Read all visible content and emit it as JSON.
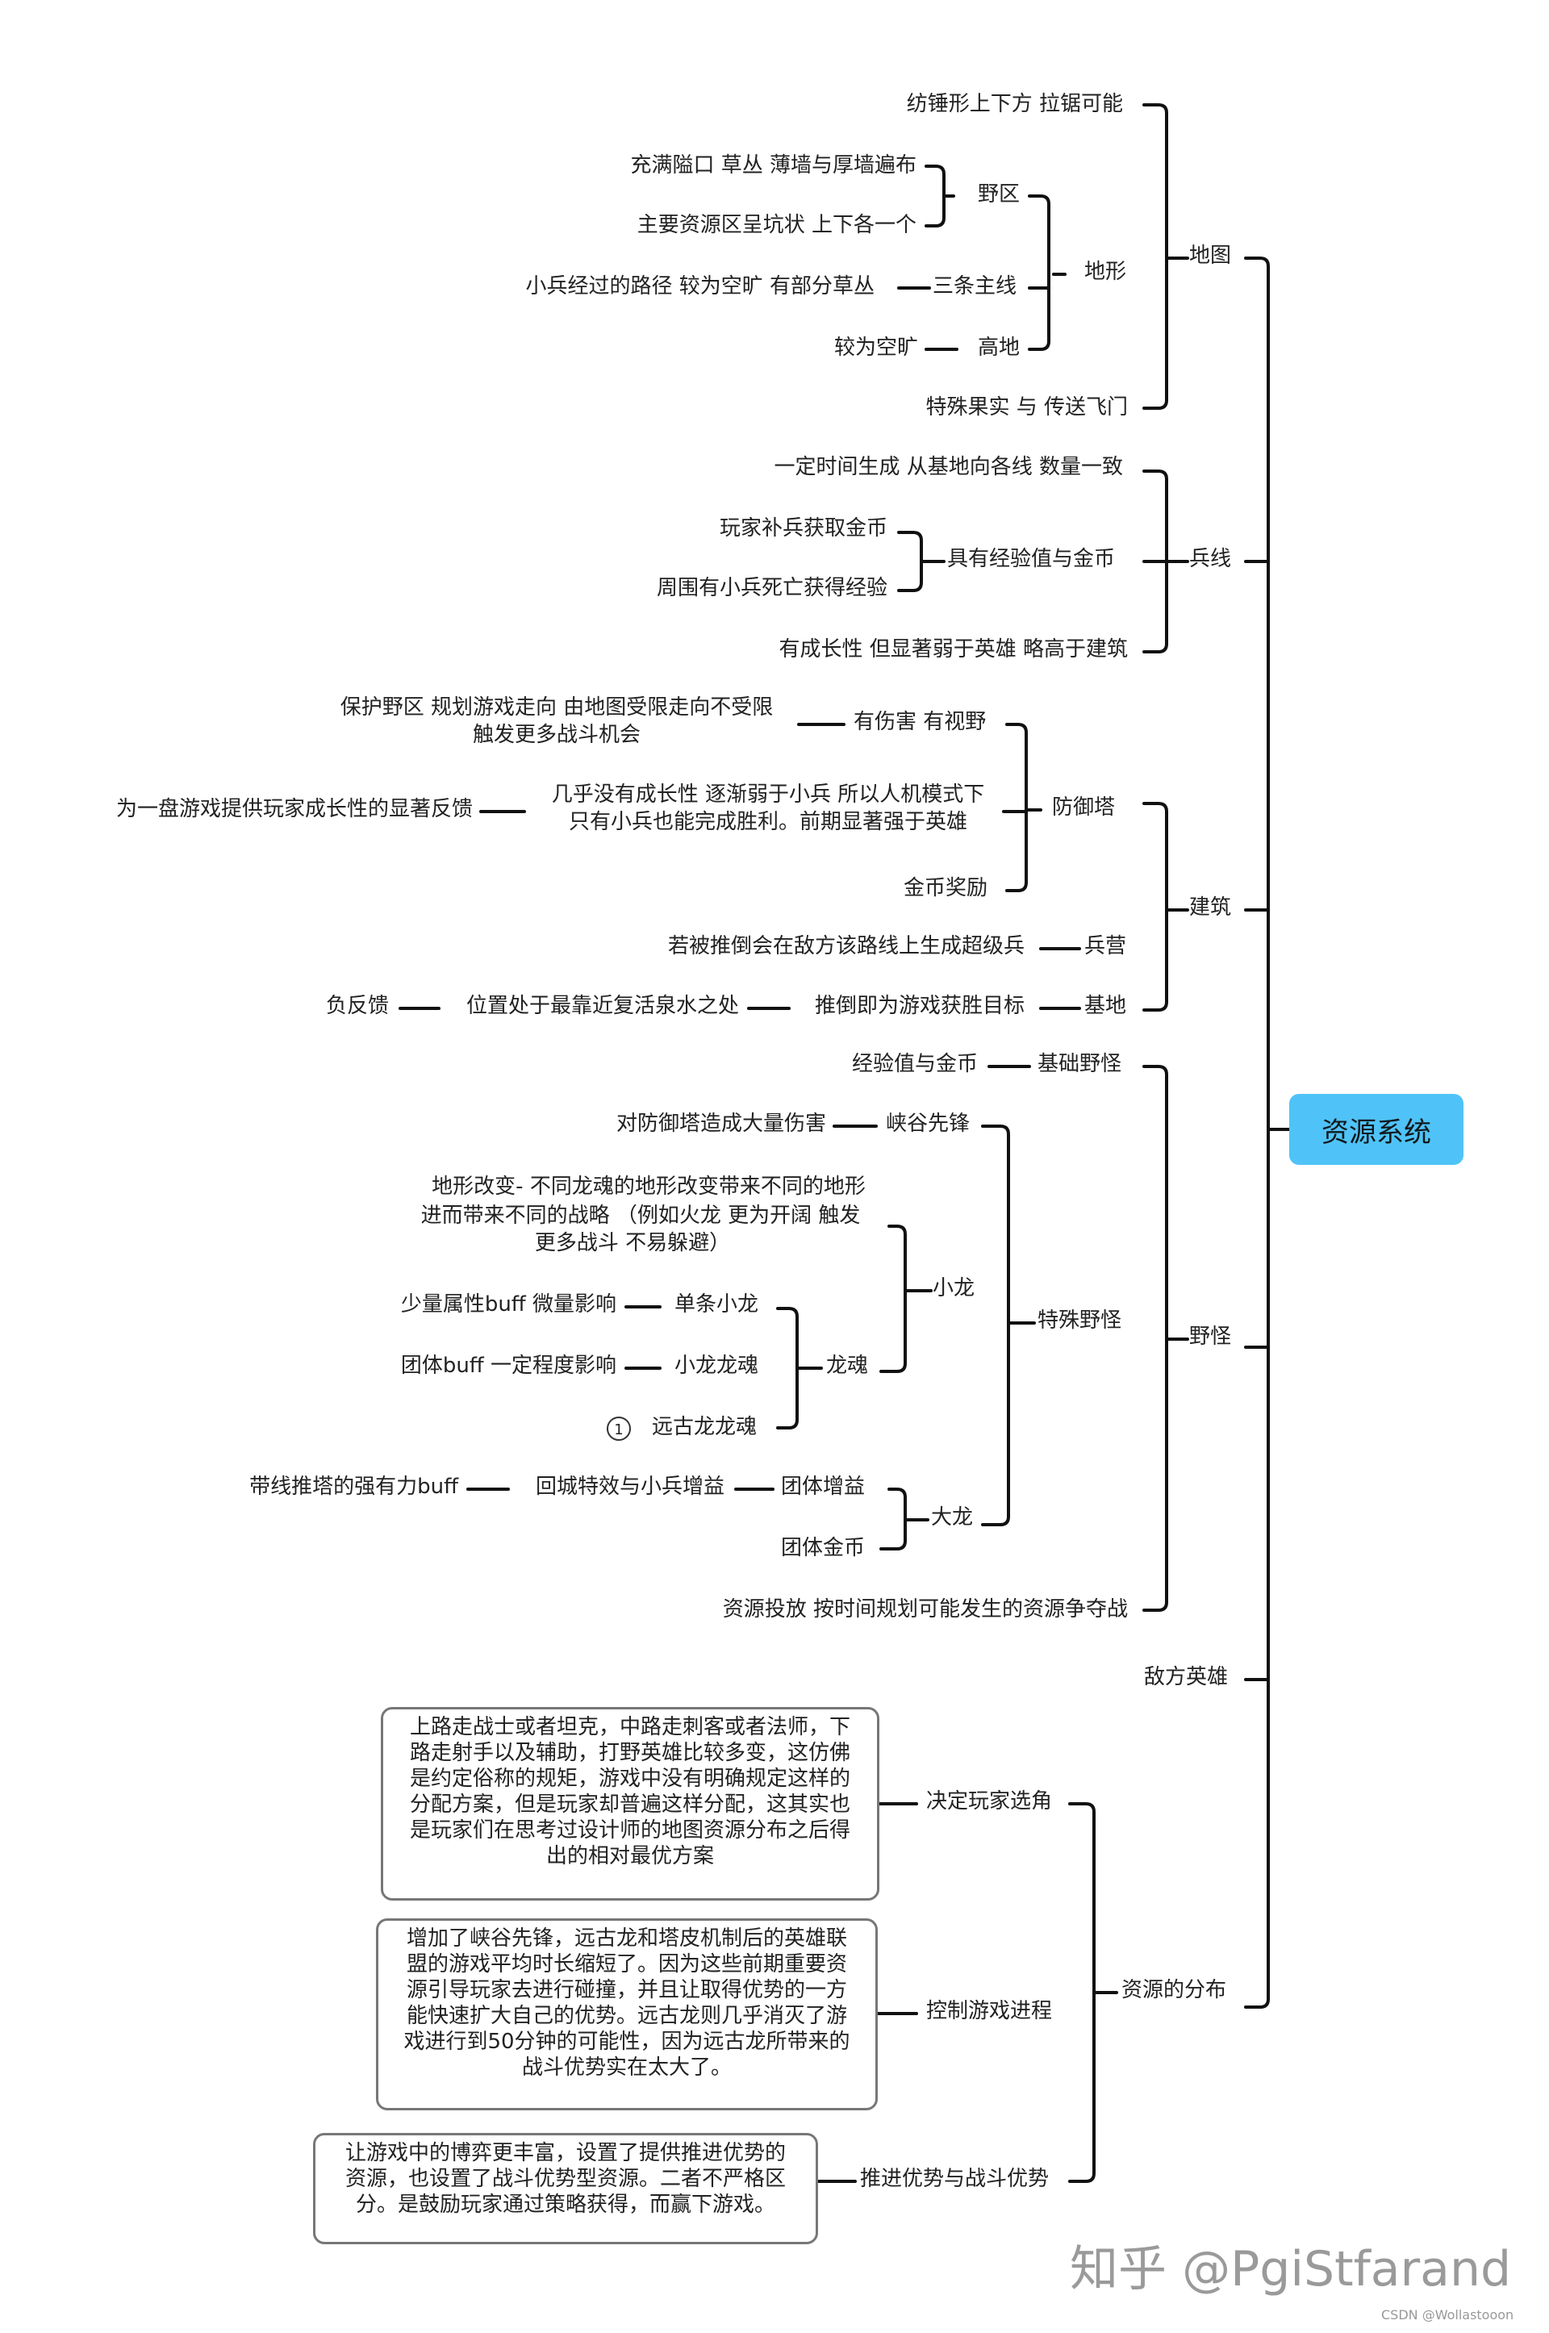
{
  "root": "资源系统",
  "map": {
    "label": "地图",
    "n1": "纺锤形上下方 拉锯可能",
    "terrain": "地形",
    "jungle": "野区",
    "jungle_c1": "充满隘口 草丛 薄墙与厚墙遍布",
    "jungle_c2": "主要资源区呈坑状 上下各一个",
    "lanes": "三条主线",
    "lanes_c": "小兵经过的路径 较为空旷 有部分草丛",
    "highland": "高地",
    "highland_c": "较为空旷",
    "special": "特殊果实 与 传送飞门"
  },
  "minion": {
    "label": "兵线",
    "n1": "一定时间生成 从基地向各线 数量一致",
    "exp_gold": "具有经验值与金币",
    "c1": "玩家补兵获取金币",
    "c2": "周围有小兵死亡获得经验",
    "n3": "有成长性 但显著弱于英雄 略高于建筑"
  },
  "building": {
    "label": "建筑",
    "tower": "防御塔",
    "t1": "有伤害 有视野",
    "t1_l1": "保护野区 规划游戏走向 由地图受限走向不受限",
    "t1_l2": "触发更多战斗机会",
    "t2_l1": "几乎没有成长性 逐渐弱于小兵 所以人机模式下",
    "t2_l2": "只有小兵也能完成胜利。前期显著强于英雄",
    "t2_c": "为一盘游戏提供玩家成长性的显著反馈",
    "t3": "金币奖励",
    "barracks": "兵营",
    "barracks_c": "若被推倒会在敌方该路线上生成超级兵",
    "base": "基地",
    "base_c1": "推倒即为游戏获胜目标",
    "base_c2": "位置处于最靠近复活泉水之处",
    "base_c3": "负反馈"
  },
  "monster": {
    "label": "野怪",
    "basic": "基础野怪",
    "basic_c": "经验值与金币",
    "special": "特殊野怪",
    "herald": "峡谷先锋",
    "herald_c": "对防御塔造成大量伤害",
    "drake": "小龙",
    "drake_n_l1": "地形改变- 不同龙魂的地形改变带来不同的地形",
    "drake_n_l2": "进而带来不同的战略 （例如火龙 更为开阔 触发",
    "drake_n_l3": "更多战斗 不易躲避）",
    "soul": "龙魂",
    "single": "单条小龙",
    "single_c": "少量属性buff 微量影响",
    "soul2": "小龙龙魂",
    "soul2_c": "团体buff 一定程度影响",
    "elder": "远古龙龙魂",
    "elder_badge": "1",
    "baron": "大龙",
    "team_buff": "团体增益",
    "team_buff_c1": "回城特效与小兵增益",
    "team_buff_c2": "带线推塔的强有力buff",
    "team_gold": "团体金币",
    "drop": "资源投放 按时间规划可能发生的资源争夺战"
  },
  "enemy": {
    "label": "敌方英雄"
  },
  "distribution": {
    "label": "资源的分布",
    "pick": "决定玩家选角",
    "pick_box": [
      "上路走战士或者坦克，中路走刺客或者法师，下",
      "路走射手以及辅助，打野英雄比较多变，这仿佛",
      "是约定俗称的规矩，游戏中没有明确规定这样的",
      "分配方案，但是玩家却普遍这样分配，这其实也",
      "是玩家们在思考过设计师的地图资源分布之后得",
      "出的相对最优方案"
    ],
    "pace": "控制游戏进程",
    "pace_box": [
      "增加了峡谷先锋，远古龙和塔皮机制后的英雄联",
      "盟的游戏平均时长缩短了。因为这些前期重要资",
      "源引导玩家去进行碰撞，并且让取得优势的一方",
      "能快速扩大自己的优势。远古龙则几乎消灭了游",
      "戏进行到50分钟的可能性，因为远古龙所带来的",
      "战斗优势实在太大了。"
    ],
    "push": "推进优势与战斗优势",
    "push_box": [
      "让游戏中的博弈更丰富，设置了提供推进优势的",
      "资源，也设置了战斗优势型资源。二者不严格区",
      "分。是鼓励玩家通过策略获得，而赢下游戏。"
    ]
  },
  "watermark": "知乎 @PgiStfarand",
  "csdn": "CSDN @Wollastooon"
}
